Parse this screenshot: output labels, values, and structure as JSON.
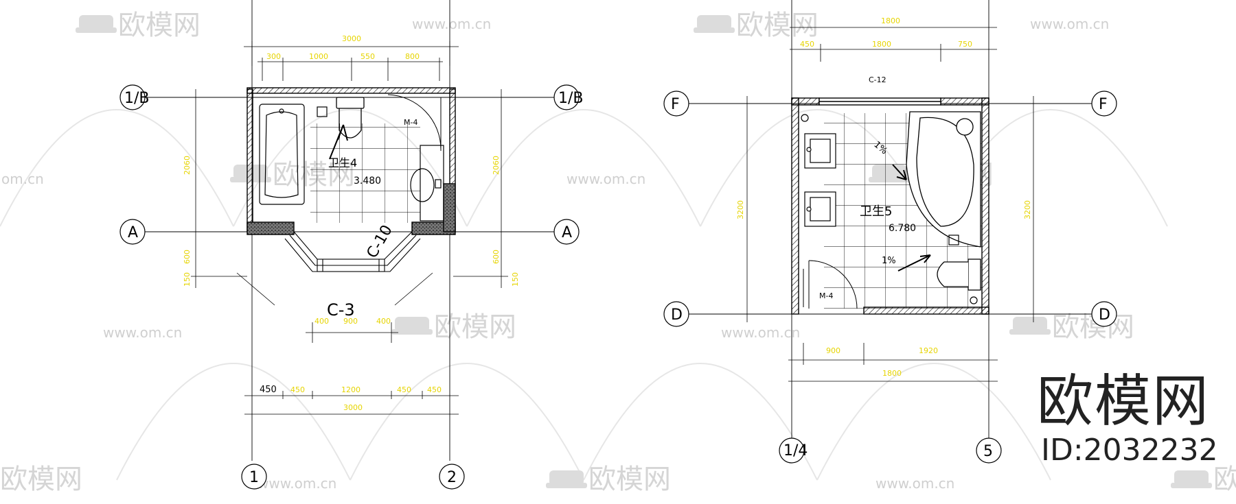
{
  "watermark": {
    "brand": "欧模网",
    "url": "www.om.cn",
    "url_partial": "om.cn"
  },
  "brand": {
    "title": "欧模网",
    "id": "ID:2032232"
  },
  "plan_left": {
    "axes": {
      "top": "1/B",
      "middle": "A",
      "bottom_left": "1",
      "bottom_right": "2"
    },
    "dims_top": {
      "total": "3000",
      "segments": [
        "300",
        "1000",
        "550",
        "800"
      ]
    },
    "dims_side": {
      "upper": "2060",
      "lower": "600",
      "upper_r": "2060",
      "lower_r": "600",
      "bottom_r": "150",
      "bottom_l": "150"
    },
    "dims_bay": {
      "left": "400",
      "mid": "900",
      "right": "400"
    },
    "dims_bottom": {
      "segments": [
        "450",
        "450",
        "1200",
        "450",
        "450"
      ],
      "total": "3000"
    },
    "labels": {
      "room": "卫生4",
      "level": "3.480",
      "door": "M-4",
      "window_front": "C-3",
      "window_side": "C-10"
    }
  },
  "plan_right": {
    "axes": {
      "top": "F",
      "bottom": "D",
      "bottom_left": "1/4",
      "bottom_right": "5"
    },
    "dims_top": {
      "total": "1800",
      "segments": [
        "450",
        "1800",
        "750"
      ]
    },
    "dims_side": {
      "left": "3200",
      "right": "3200"
    },
    "dims_bottom": {
      "segments": [
        "900",
        "1920"
      ],
      "total": "1800"
    },
    "labels": {
      "room": "卫生5",
      "level": "6.780",
      "door": "M-4",
      "window": "C-12",
      "slope_1": "1%",
      "slope_2": "1%"
    }
  }
}
